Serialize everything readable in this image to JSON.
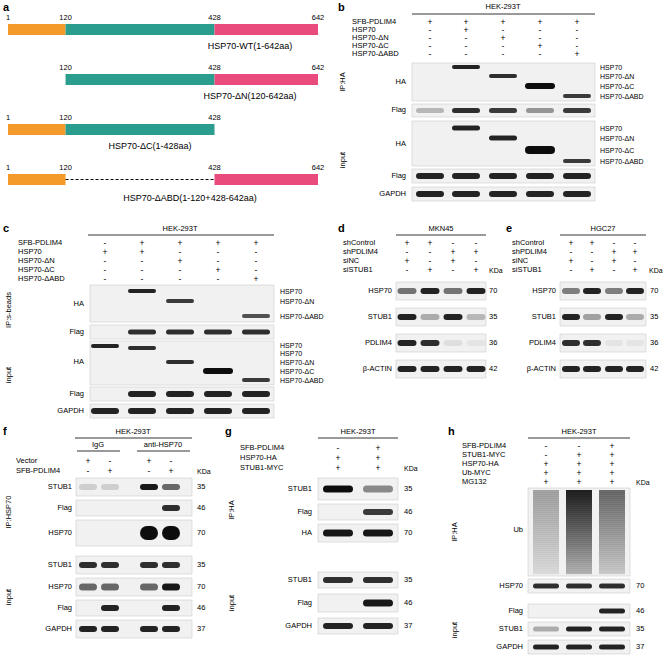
{
  "diagram": {
    "labels": [
      "a",
      "1",
      "120",
      "428",
      "642",
      "HSP70-WT(1-642aa)",
      "120",
      "428",
      "642",
      "HSP70-ΔN(120-642aa)",
      "1",
      "120",
      "428",
      "HSP70-ΔC(1-428aa)",
      "1",
      "120",
      "428",
      "642",
      "HSP70-ΔABD(1-120+428-642aa)",
      "b",
      "HEK-293T",
      "SFB-PDLIM4",
      "+",
      "+",
      "+",
      "+",
      "+",
      "HSP70",
      "-",
      "+",
      "-",
      "-",
      "-",
      "HSP70-ΔN",
      "-",
      "-",
      "+",
      "-",
      "-",
      "HSP70-ΔC",
      "-",
      "-",
      "-",
      "+",
      "-",
      "HSP70-ΔABD",
      "-",
      "-",
      "-",
      "-",
      "+",
      "IP:HA",
      "HA",
      "HSP70",
      "HSP70-ΔN",
      "HSP70-ΔC",
      "HSP70-ΔABD",
      "Flag",
      "input",
      "HA",
      "HSP70",
      "HSP70-ΔN",
      "HSP70-ΔC",
      "HSP70-ΔABD",
      "Flag",
      "GAPDH",
      "c",
      "HEK-293T",
      "SFB-PDLIM4",
      "-",
      "+",
      "+",
      "+",
      "+",
      "HSP70",
      "+",
      "+",
      "-",
      "-",
      "-",
      "HSP70-ΔN",
      "-",
      "-",
      "+",
      "-",
      "-",
      "HSP70-ΔC",
      "-",
      "-",
      "-",
      "+",
      "-",
      "HSP70-ΔABD",
      "-",
      "-",
      "-",
      "-",
      "+",
      "IP:s-beads",
      "HA",
      "HSP70",
      "HSP70-ΔN",
      "HSP70-ΔABD",
      "Flag",
      "input",
      "HA",
      "HSP70",
      "HSP70",
      "HSP70-ΔN",
      "HSP70-ΔC",
      "HSP70-ΔABD",
      "Flag",
      "GAPDH",
      "d",
      "MKN45",
      "shControl",
      "+",
      "+",
      "-",
      "-",
      "shPDLIM4",
      "-",
      "-",
      "+",
      "+",
      "siNC",
      "+",
      "-",
      "+",
      "-",
      "siSTUB1",
      "-",
      "+",
      "-",
      "+",
      "KDa",
      "HSP70",
      "70",
      "STUB1",
      "35",
      "PDLIM4",
      "36",
      "β-ACTIN",
      "42",
      "e",
      "HGC27",
      "shControl",
      "+",
      "+",
      "-",
      "-",
      "shPDLIM4",
      "-",
      "-",
      "+",
      "+",
      "siNC",
      "+",
      "-",
      "+",
      "-",
      "siSTUB1",
      "-",
      "+",
      "-",
      "+",
      "KDa",
      "HSP70",
      "70",
      "STUB1",
      "35",
      "PDLIM4",
      "36",
      "β-ACTIN",
      "42",
      "f",
      "HEK-293T",
      "IgG",
      "anti-HSP70",
      "Vector",
      "+",
      "-",
      "+",
      "-",
      "SFB-PDLIM4",
      "-",
      "+",
      "-",
      "+",
      "KDa",
      "IP:HSP70",
      "STUB1",
      "35",
      "Flag",
      "46",
      "HSP70",
      "70",
      "input",
      "STUB1",
      "35",
      "HSP70",
      "70",
      "Flag",
      "46",
      "GAPDH",
      "37",
      "g",
      "HEK-293T",
      "SFB-PDLIM4",
      "-",
      "+",
      "HSP70-HA",
      "+",
      "+",
      "STUB1-MYC",
      "+",
      "+",
      "KDa",
      "IP:HA",
      "STUB1",
      "35",
      "Flag",
      "46",
      "HA",
      "70",
      "input",
      "STUB1",
      "35",
      "Flag",
      "46",
      "GAPDH",
      "37",
      "h",
      "HEK-293T",
      "SFB-PDLIM4",
      "-",
      "-",
      "+",
      "STUB1-MYC",
      "-",
      "+",
      "+",
      "HSP70-HA",
      "+",
      "+",
      "+",
      "Ub-MYC",
      "+",
      "+",
      "+",
      "MG132",
      "+",
      "+",
      "+",
      "KDa",
      "IP:HA",
      "Ub",
      "HSP70",
      "70",
      "input",
      "Flag",
      "46",
      "STUB1",
      "35",
      "GAPDH",
      "37"
    ]
  }
}
